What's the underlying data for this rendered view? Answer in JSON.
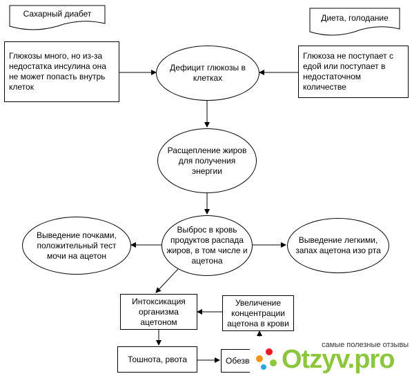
{
  "diagram": {
    "banners": {
      "diabetes": "Сахарный диабет",
      "diet": "Диета, голодание"
    },
    "nodes": {
      "glucose_inside": "Глюкозы много, но из-за недостатка инсулина она не может попасть внутрь клеток",
      "glucose_deficit": "Дефицит глюкозы в клетках",
      "glucose_food": "Глюкоза не поступает с едой или поступает в недостаточном количестве",
      "fat_breakdown": "Расщепление жиров для получения энергии",
      "kidneys": "Выведение почками, положительный тест мочи на ацетон",
      "release": "Выброс в кровь продуктов распада жиров, в том числе и ацетона",
      "lungs": "Выведение легкими, запах ацетона изо рта",
      "intoxication": "Интоксикация организма ацетоном",
      "concentration": "Увеличение концентрации ацетона в крови",
      "nausea": "Тошнота, рвота",
      "dehydration": "Обезвоживание"
    }
  },
  "watermark": {
    "caption": "самые полезные отзывы",
    "logo_text": "Otzyv.pro",
    "brand_color": "#8cc63f"
  }
}
